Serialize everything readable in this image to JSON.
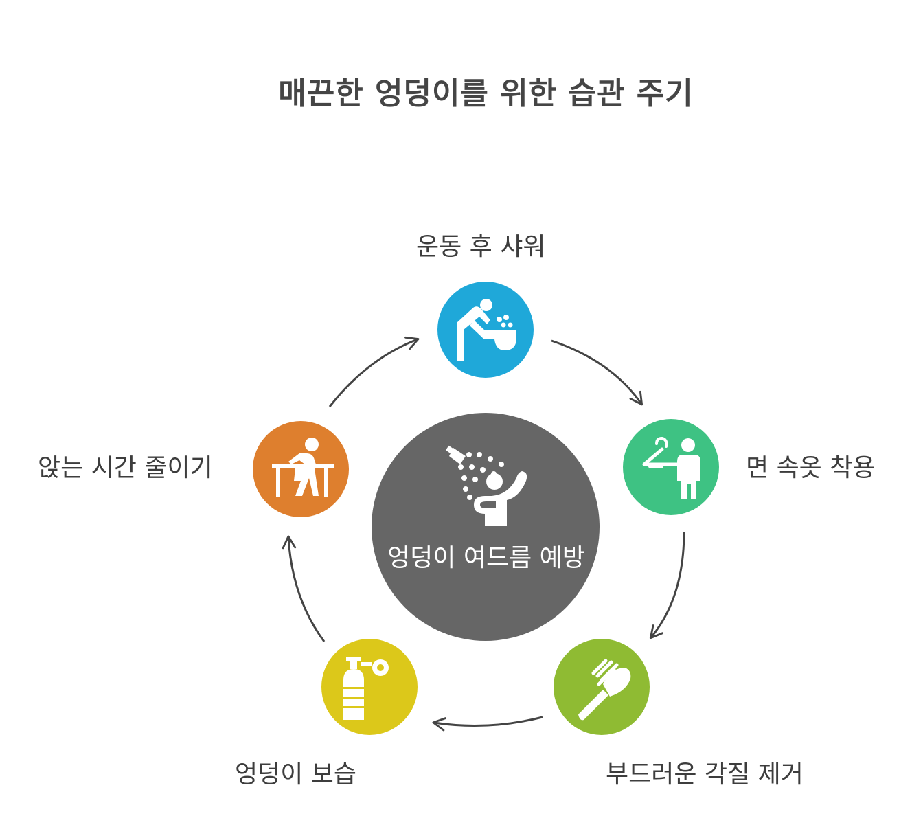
{
  "title": "매끈한 엉덩이를 위한 습관 주기",
  "center": {
    "label": "엉덩이 여드름 예방",
    "color": "#666666",
    "icon": "shower-person-icon"
  },
  "steps": [
    {
      "label": "운동 후 샤워",
      "icon": "person-washing-icon",
      "color": "#1fa8d9"
    },
    {
      "label": "면 속옷 착용",
      "icon": "hanger-person-icon",
      "color": "#3ec283"
    },
    {
      "label": "부드러운 각질 제거",
      "icon": "brush-icon",
      "color": "#8fbb33"
    },
    {
      "label": "엉덩이 보습",
      "icon": "lotion-bottle-icon",
      "color": "#dcc81a"
    },
    {
      "label": "앉는 시간 줄이기",
      "icon": "person-at-desk-icon",
      "color": "#de7f2e"
    }
  ],
  "arrow_color": "#444444"
}
